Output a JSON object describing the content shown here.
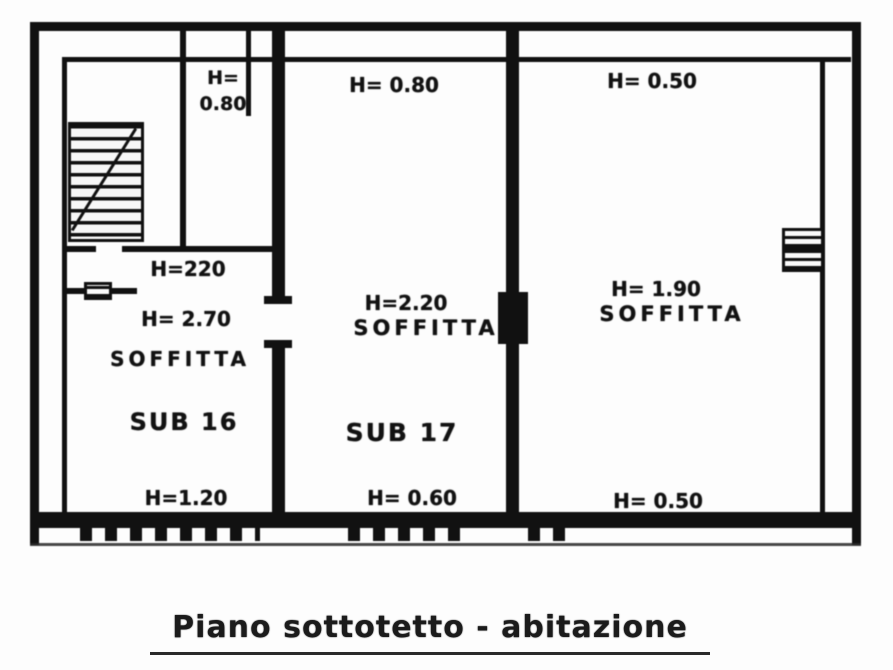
{
  "plan": {
    "caption": "Piano sottotetto - abitazione",
    "left_section": {
      "closet_height": "H=\n0.80",
      "h220": "H=220",
      "h270": "H= 2.70",
      "soffitta": "SOFFITTA",
      "sub": "SUB 16",
      "bottom_height": "H=1.20"
    },
    "middle_section": {
      "top_height": "H= 0.80",
      "h220": "H=2.20",
      "soffitta": "SOFFITTA",
      "sub": "SUB 17",
      "bottom_height": "H= 0.60"
    },
    "right_section": {
      "top_height": "H= 0.50",
      "h190": "H= 1.90",
      "soffitta": "SOFFITTA",
      "bottom_height": "H= 0.50"
    }
  }
}
